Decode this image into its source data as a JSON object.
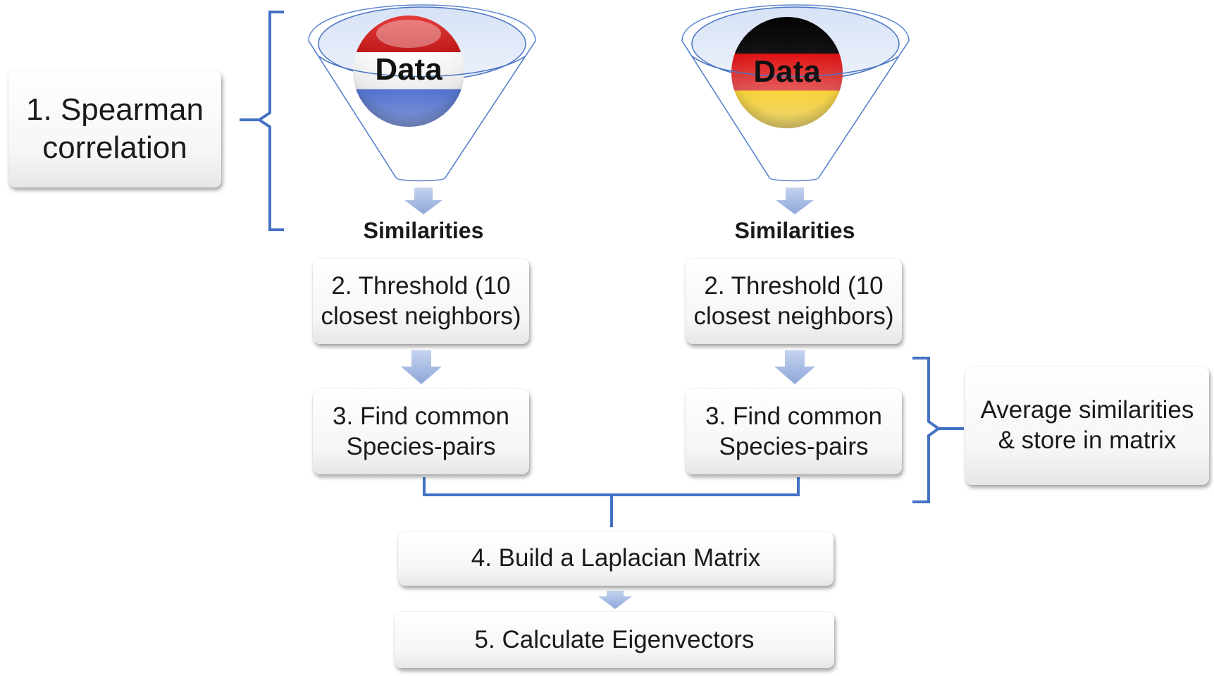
{
  "steps": {
    "spearman": "1. Spearman\ncorrelation",
    "threshold_left": "2. Threshold (10\nclosest neighbors)",
    "threshold_right": "2. Threshold (10\nclosest neighbors)",
    "common_left": "3. Find common\nSpecies-pairs",
    "common_right": "3. Find common\nSpecies-pairs",
    "average": "Average similarities\n& store in matrix",
    "laplacian": "4. Build a Laplacian Matrix",
    "eigen": "5. Calculate Eigenvectors"
  },
  "funnels": {
    "left": {
      "ball_label": "Data",
      "output_label": "Similarities"
    },
    "right": {
      "ball_label": "Data",
      "output_label": "Similarities"
    }
  },
  "colors": {
    "connector": "#4472c4",
    "arrow": "#a9bde6",
    "flag_nl": [
      "#cc1a1a",
      "#ffffff",
      "#4a6fd0"
    ],
    "flag_de": [
      "#000000",
      "#dd0000",
      "#ffce00"
    ]
  }
}
